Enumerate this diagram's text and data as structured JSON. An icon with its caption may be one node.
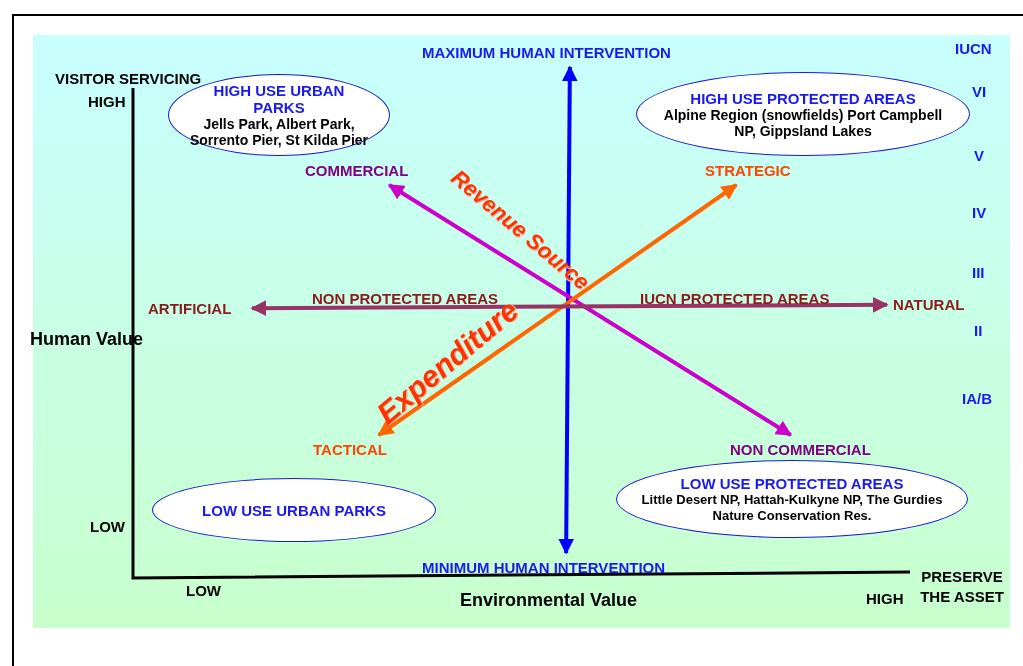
{
  "diagram": {
    "nodes": [
      {
        "text": [
          "HIGH USE URBAN PARKS",
          "Jells Park, Albert Park, Sorrento Pier, St Kilda Pier"
        ]
      },
      {
        "text": [
          "HIGH USE PROTECTED AREAS",
          "Alpine Region (snowfields) Port Campbell NP, Gippsland Lakes"
        ]
      },
      {
        "text": [
          "LOW USE URBAN PARKS"
        ]
      },
      {
        "text": [
          "LOW USE PROTECTED AREAS",
          "Little Desert NP, Hattah-Kulkyne NP, The Gurdies Nature Conservation Res."
        ]
      },
      {
        "text": [
          "MAXIMUM HUMAN INTERVENTION"
        ]
      },
      {
        "text": [
          "COMMERCIAL"
        ]
      },
      {
        "text": [
          "STRATEGIC"
        ]
      },
      {
        "text": [
          "ARTIFICIAL"
        ]
      },
      {
        "text": [
          "NATURAL"
        ]
      },
      {
        "text": [
          "TACTICAL"
        ]
      },
      {
        "text": [
          "NON COMMERCIAL"
        ]
      },
      {
        "text": [
          "MINIMUM HUMAN INTERVENTION"
        ]
      }
    ],
    "edges": [
      {
        "from": 4,
        "to": 11,
        "arrow": "both",
        "color": "#0000ff"
      },
      {
        "from": 5,
        "to": 10,
        "arrow": "both",
        "label": "Revenue Source",
        "color": "#cc00cc"
      },
      {
        "from": 6,
        "to": 9,
        "arrow": "both",
        "label": "Expenditure",
        "color": "#ff6600"
      },
      {
        "from": 7,
        "to": 8,
        "arrow": "both",
        "color": "#993366"
      }
    ],
    "labels": [
      "IUCN",
      "VISITOR SERVICING",
      "HIGH",
      "VI",
      "V",
      "IV",
      "NON PROTECTED AREAS",
      "IUCN PROTECTED AREAS",
      "III",
      "Human Value",
      "II",
      "IA/B",
      "LOW",
      "LOW",
      "Environmental Value",
      "HIGH",
      "PRESERVE THE ASSET"
    ]
  }
}
